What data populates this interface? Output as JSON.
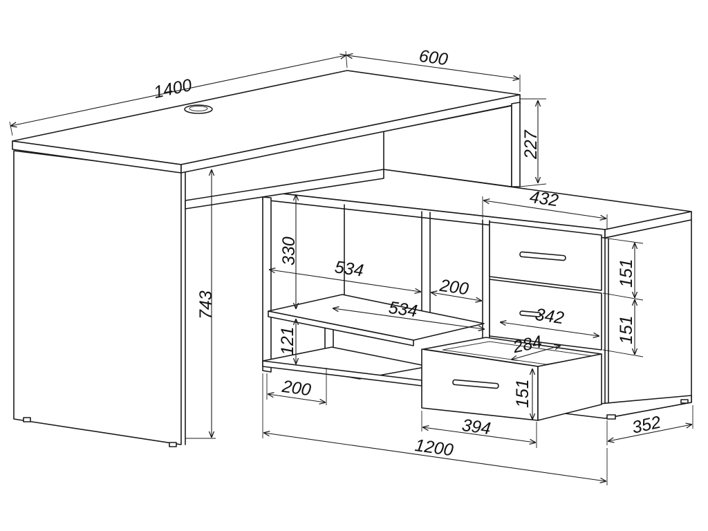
{
  "drawing": {
    "labels": {
      "top_width": "1400",
      "top_depth": "600",
      "top_rise": "227",
      "desk_height": "743",
      "shelf_height_upper": "330",
      "shelf_width_upper": "534",
      "shelf_width_lower": "534",
      "inner_width": "200",
      "cabinet_width": "432",
      "drawer_height_1": "151",
      "drawer_height_2": "151",
      "drawer_height_3": "151",
      "drawer_inner_width": "342",
      "drawer_inner_depth": "284",
      "shelf_height_lower": "121",
      "bottom_gap": "200",
      "drawer_width": "394",
      "cabinet_depth": "352",
      "total_length": "1200"
    }
  }
}
